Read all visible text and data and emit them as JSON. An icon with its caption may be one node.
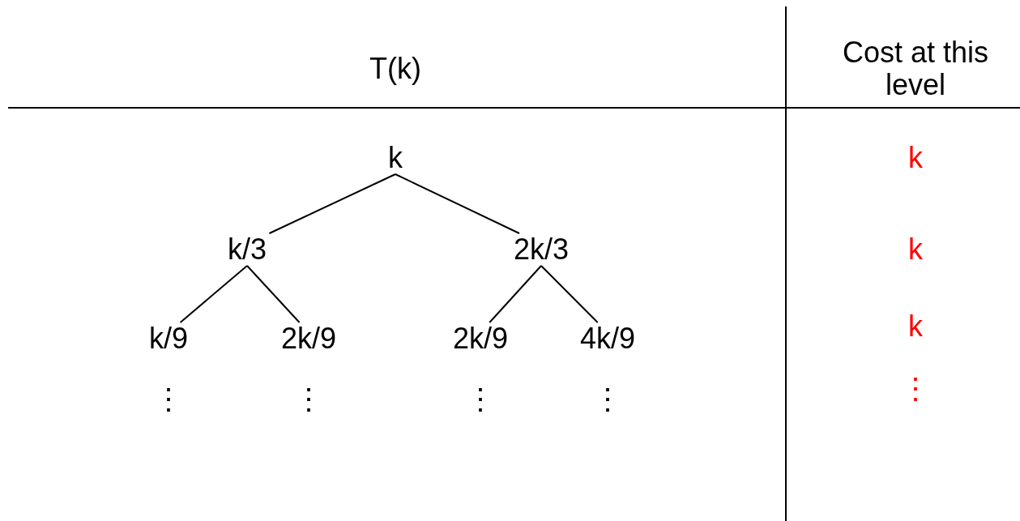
{
  "diagram": {
    "nodes": [
      {
        "text": [
          "k"
        ]
      },
      {
        "text": [
          "k/3"
        ]
      },
      {
        "text": [
          "2k/3"
        ]
      },
      {
        "text": [
          "k/9"
        ],
        "beside": [
          "⋮"
        ]
      },
      {
        "text": [
          "2k/9"
        ],
        "beside": [
          "⋮"
        ]
      },
      {
        "text": [
          "2k/9"
        ],
        "beside": [
          "⋮"
        ]
      },
      {
        "text": [
          "4k/9"
        ],
        "beside": [
          "⋮"
        ]
      }
    ],
    "edges": [
      {
        "from": 0,
        "to": 1,
        "arrow": "none"
      },
      {
        "from": 0,
        "to": 2,
        "arrow": "none"
      },
      {
        "from": 1,
        "to": 3,
        "arrow": "none"
      },
      {
        "from": 1,
        "to": 4,
        "arrow": "none"
      },
      {
        "from": 2,
        "to": 5,
        "arrow": "none"
      },
      {
        "from": 2,
        "to": 6,
        "arrow": "none"
      }
    ],
    "labels": [
      "T(k)",
      "Cost at this level",
      "k",
      "k",
      "k",
      "⋮"
    ]
  }
}
